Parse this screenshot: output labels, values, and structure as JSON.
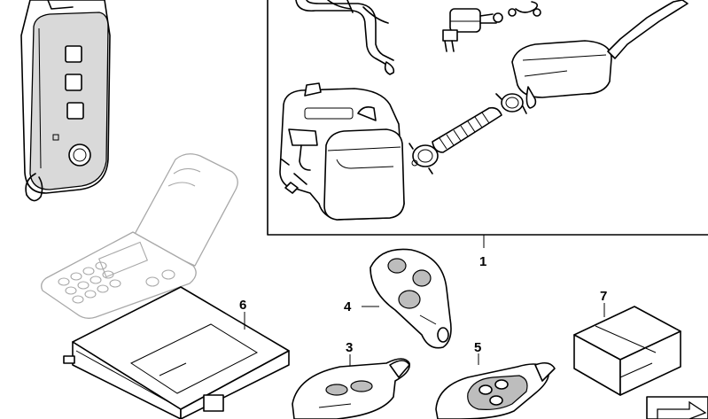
{
  "callouts": {
    "c1": "1",
    "c3": "3",
    "c4": "4",
    "c5": "5",
    "c6": "6",
    "c7": "7"
  }
}
